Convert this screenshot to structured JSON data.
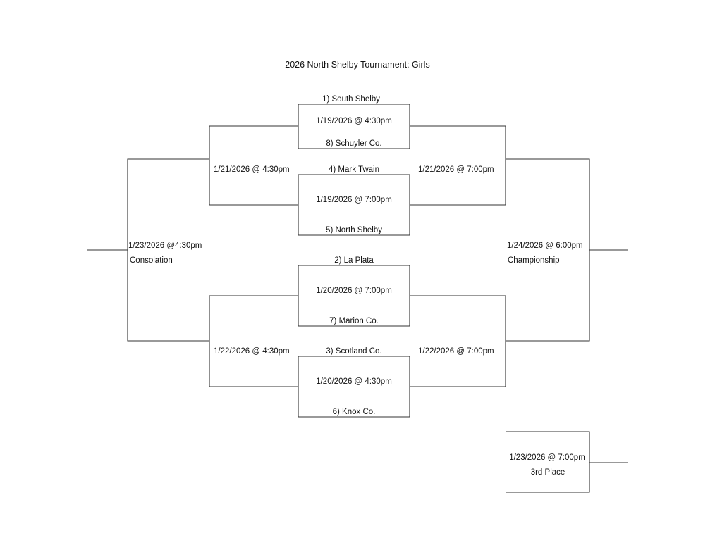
{
  "title": "2026 North Shelby Tournament: Girls",
  "round1": {
    "g1": {
      "top": "1) South Shelby",
      "date": "1/19/2026 @ 4:30pm",
      "bottom": "8)  Schuyler Co."
    },
    "g2": {
      "top": "4) Mark Twain",
      "date": "1/19/2026 @ 7:00pm",
      "bottom": "5) North Shelby"
    },
    "g3": {
      "top": "2)  La Plata",
      "date": "1/20/2026 @ 7:00pm",
      "bottom": "7)  Marion Co."
    },
    "g4": {
      "top": "3)  Scotland Co.",
      "date": "1/20/2026 @ 4:30pm",
      "bottom": "6)  Knox Co."
    }
  },
  "semis": {
    "left_top": "1/21/2026 @ 4:30pm",
    "right_top": "1/21/2026 @ 7:00pm",
    "left_bottom": "1/22/2026 @ 4:30pm",
    "right_bottom": "1/22/2026 @ 7:00pm"
  },
  "consolation": {
    "date": "1/23/2026 @4:30pm",
    "label": "Consolation"
  },
  "championship": {
    "date": "1/24/2026 @ 6:00pm",
    "label": "Championship"
  },
  "third_place": {
    "date": "1/23/2026 @ 7:00pm",
    "label": "3rd Place"
  }
}
